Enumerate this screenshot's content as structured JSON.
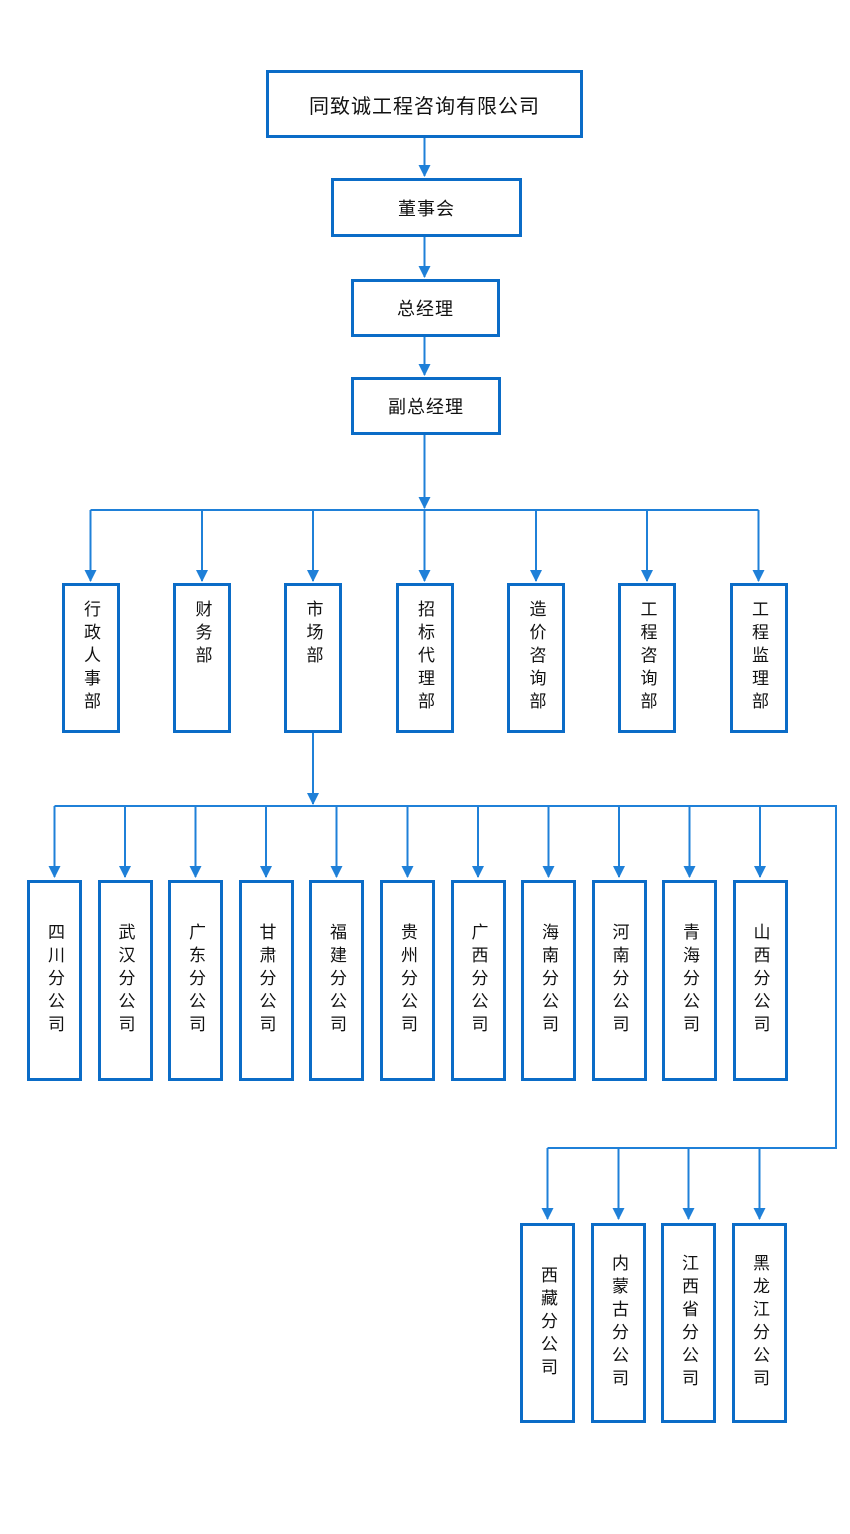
{
  "diagram": {
    "root": "同致诚工程咨询有限公司",
    "board": "董事会",
    "general_manager": "总经理",
    "deputy_general_manager": "副总经理",
    "departments": [
      "行政人事部",
      "财务部",
      "市场部",
      "招标代理部",
      "造价咨询部",
      "工程咨询部",
      "工程监理部"
    ],
    "branches": [
      "四川分公司",
      "武汉分公司",
      "广东分公司",
      "甘肃分公司",
      "福建分公司",
      "贵州分公司",
      "广西分公司",
      "海南分公司",
      "河南分公司",
      "青海分公司",
      "山西分公司"
    ],
    "sub_branches": [
      "西藏分公司",
      "内蒙古分公司",
      "江西省分公司",
      "黑龙江分公司"
    ]
  },
  "colors": {
    "box_border": "#0b6cc7",
    "connector": "#1f80d8",
    "text": "#111111",
    "background": "#ffffff"
  }
}
